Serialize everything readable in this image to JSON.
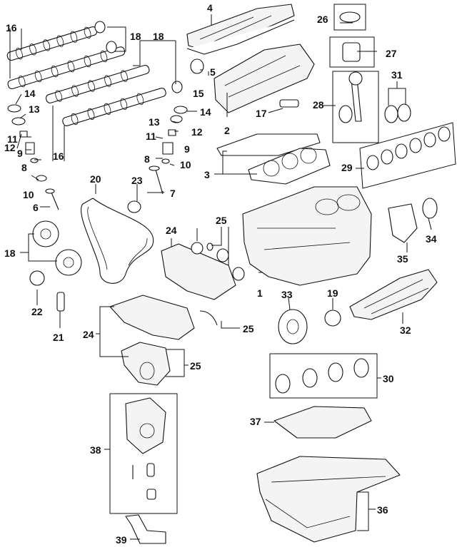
{
  "callouts": [
    {
      "id": "c1",
      "text": "1"
    },
    {
      "id": "c2",
      "text": "2"
    },
    {
      "id": "c3",
      "text": "3"
    },
    {
      "id": "c4a",
      "text": "4"
    },
    {
      "id": "c5",
      "text": "5"
    },
    {
      "id": "c6a",
      "text": "6"
    },
    {
      "id": "c7",
      "text": "7"
    },
    {
      "id": "c8a",
      "text": "8"
    },
    {
      "id": "c8b",
      "text": "8"
    },
    {
      "id": "c9a",
      "text": "9"
    },
    {
      "id": "c9b",
      "text": "9"
    },
    {
      "id": "c10a",
      "text": "10"
    },
    {
      "id": "c10b",
      "text": "10"
    },
    {
      "id": "c11a",
      "text": "11"
    },
    {
      "id": "c11b",
      "text": "11"
    },
    {
      "id": "c12a",
      "text": "12"
    },
    {
      "id": "c12b",
      "text": "12"
    },
    {
      "id": "c13a",
      "text": "13"
    },
    {
      "id": "c13b",
      "text": "13"
    },
    {
      "id": "c14a",
      "text": "14"
    },
    {
      "id": "c14b",
      "text": "14"
    },
    {
      "id": "c15",
      "text": "15"
    },
    {
      "id": "c16a",
      "text": "16"
    },
    {
      "id": "c16b",
      "text": "16"
    },
    {
      "id": "c17",
      "text": "17"
    },
    {
      "id": "c18a",
      "text": "18"
    },
    {
      "id": "c18b",
      "text": "18"
    },
    {
      "id": "c18c",
      "text": "18"
    },
    {
      "id": "c19",
      "text": "19"
    },
    {
      "id": "c20",
      "text": "20"
    },
    {
      "id": "c21",
      "text": "21"
    },
    {
      "id": "c22",
      "text": "22"
    },
    {
      "id": "c23",
      "text": "23"
    },
    {
      "id": "c24a",
      "text": "24"
    },
    {
      "id": "c24b",
      "text": "24"
    },
    {
      "id": "c25a",
      "text": "25"
    },
    {
      "id": "c25b",
      "text": "25"
    },
    {
      "id": "c25c",
      "text": "25"
    },
    {
      "id": "c26",
      "text": "26"
    },
    {
      "id": "c27",
      "text": "27"
    },
    {
      "id": "c28",
      "text": "28"
    },
    {
      "id": "c29",
      "text": "29"
    },
    {
      "id": "c30",
      "text": "30"
    },
    {
      "id": "c31",
      "text": "31"
    },
    {
      "id": "c32",
      "text": "32"
    },
    {
      "id": "c33",
      "text": "33"
    },
    {
      "id": "c34",
      "text": "34"
    },
    {
      "id": "c35",
      "text": "35"
    },
    {
      "id": "c36",
      "text": "36"
    },
    {
      "id": "c37",
      "text": "37"
    },
    {
      "id": "c38",
      "text": "38"
    },
    {
      "id": "c39",
      "text": "39"
    }
  ]
}
